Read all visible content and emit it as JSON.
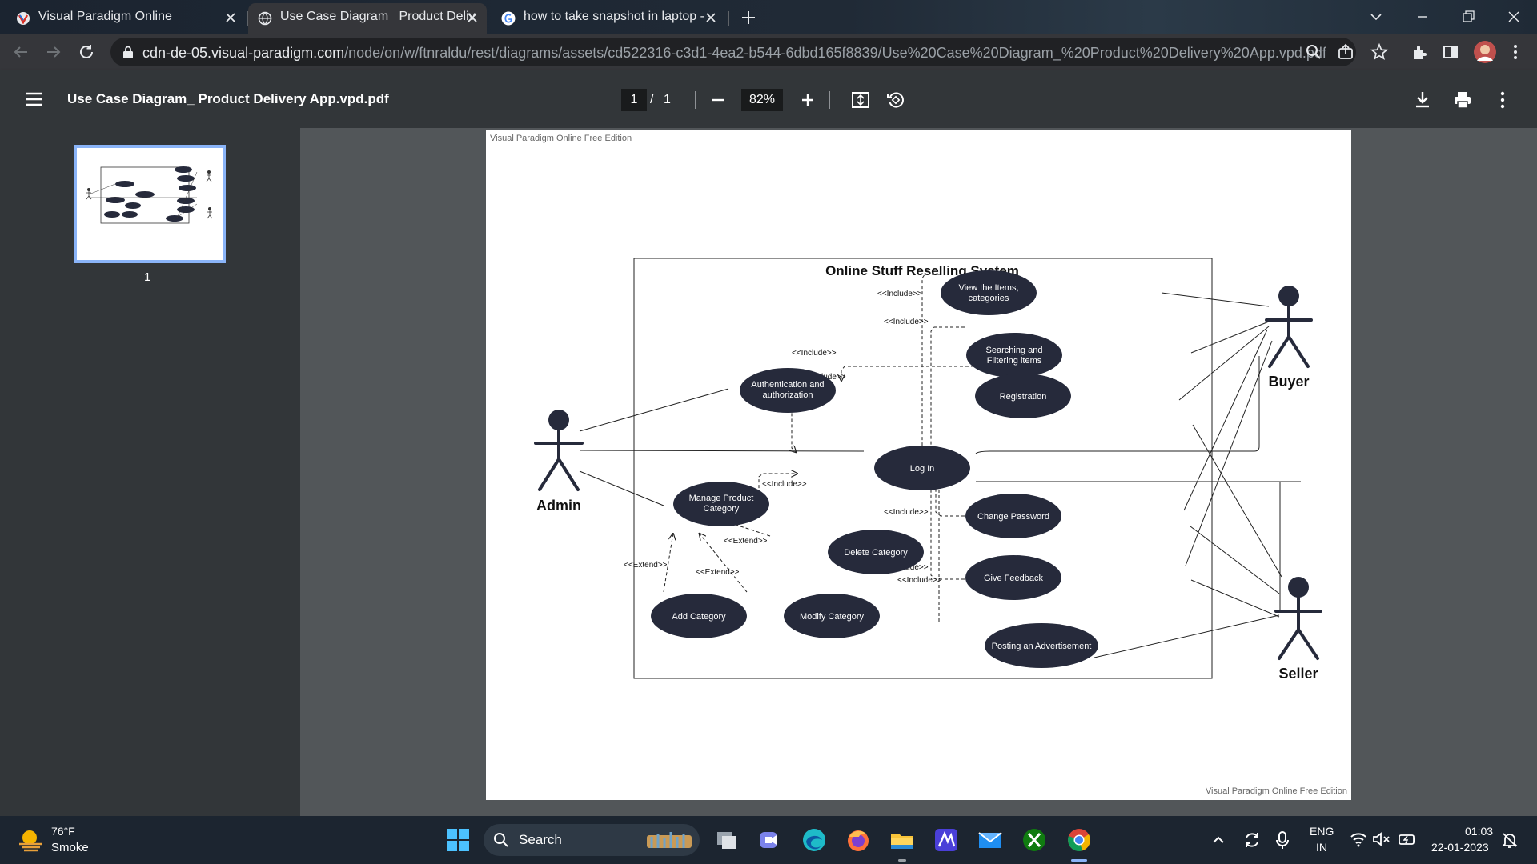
{
  "browser": {
    "tabs": [
      {
        "title": "Visual Paradigm Online",
        "active": false
      },
      {
        "title": "Use Case Diagram_ Product Deliv",
        "active": true
      },
      {
        "title": "how to take snapshot in laptop -",
        "active": false
      }
    ],
    "url_host": "cdn-de-05.visual-paradigm.com",
    "url_path": "/node/on/w/ftnraldu/rest/diagrams/assets/cd522316-c3d1-4ea2-b544-6dbd165f8839/Use%20Case%20Diagram_%20Product%20Delivery%20App.vpd.pdf"
  },
  "pdf": {
    "title": "Use Case Diagram_ Product Delivery App.vpd.pdf",
    "page_current": "1",
    "page_separator": "/",
    "page_total": "1",
    "zoom": "82%",
    "thumbnail_label": "1"
  },
  "diagram": {
    "watermark_top": "Visual Paradigm Online Free Edition",
    "watermark_bottom": "Visual Paradigm Online Free Edition",
    "system_title": "Online Stuff Reselling System",
    "actors": {
      "admin": "Admin",
      "buyer": "Buyer",
      "seller": "Seller"
    },
    "use_cases": {
      "view_items": [
        "View the Items,",
        "categories"
      ],
      "searching": [
        "Searching and",
        "Filtering items"
      ],
      "registration": "Registration",
      "auth": [
        "Authentication and",
        "authorization"
      ],
      "login": "Log In",
      "manage_category": [
        "Manage Product",
        "Category"
      ],
      "change_password": "Change Password",
      "delete_category": "Delete Category",
      "give_feedback": "Give Feedback",
      "add_category": "Add Category",
      "modify_category": "Modify Category",
      "posting_ad": "Posting an Advertisement"
    },
    "relations": {
      "include": "<<Include>>",
      "extend": "<<Extend>>"
    }
  },
  "taskbar": {
    "weather_temp": "76°F",
    "weather_desc": "Smoke",
    "search_label": "Search",
    "lang_top": "ENG",
    "lang_bottom": "IN",
    "time": "01:03",
    "date": "22-01-2023"
  }
}
